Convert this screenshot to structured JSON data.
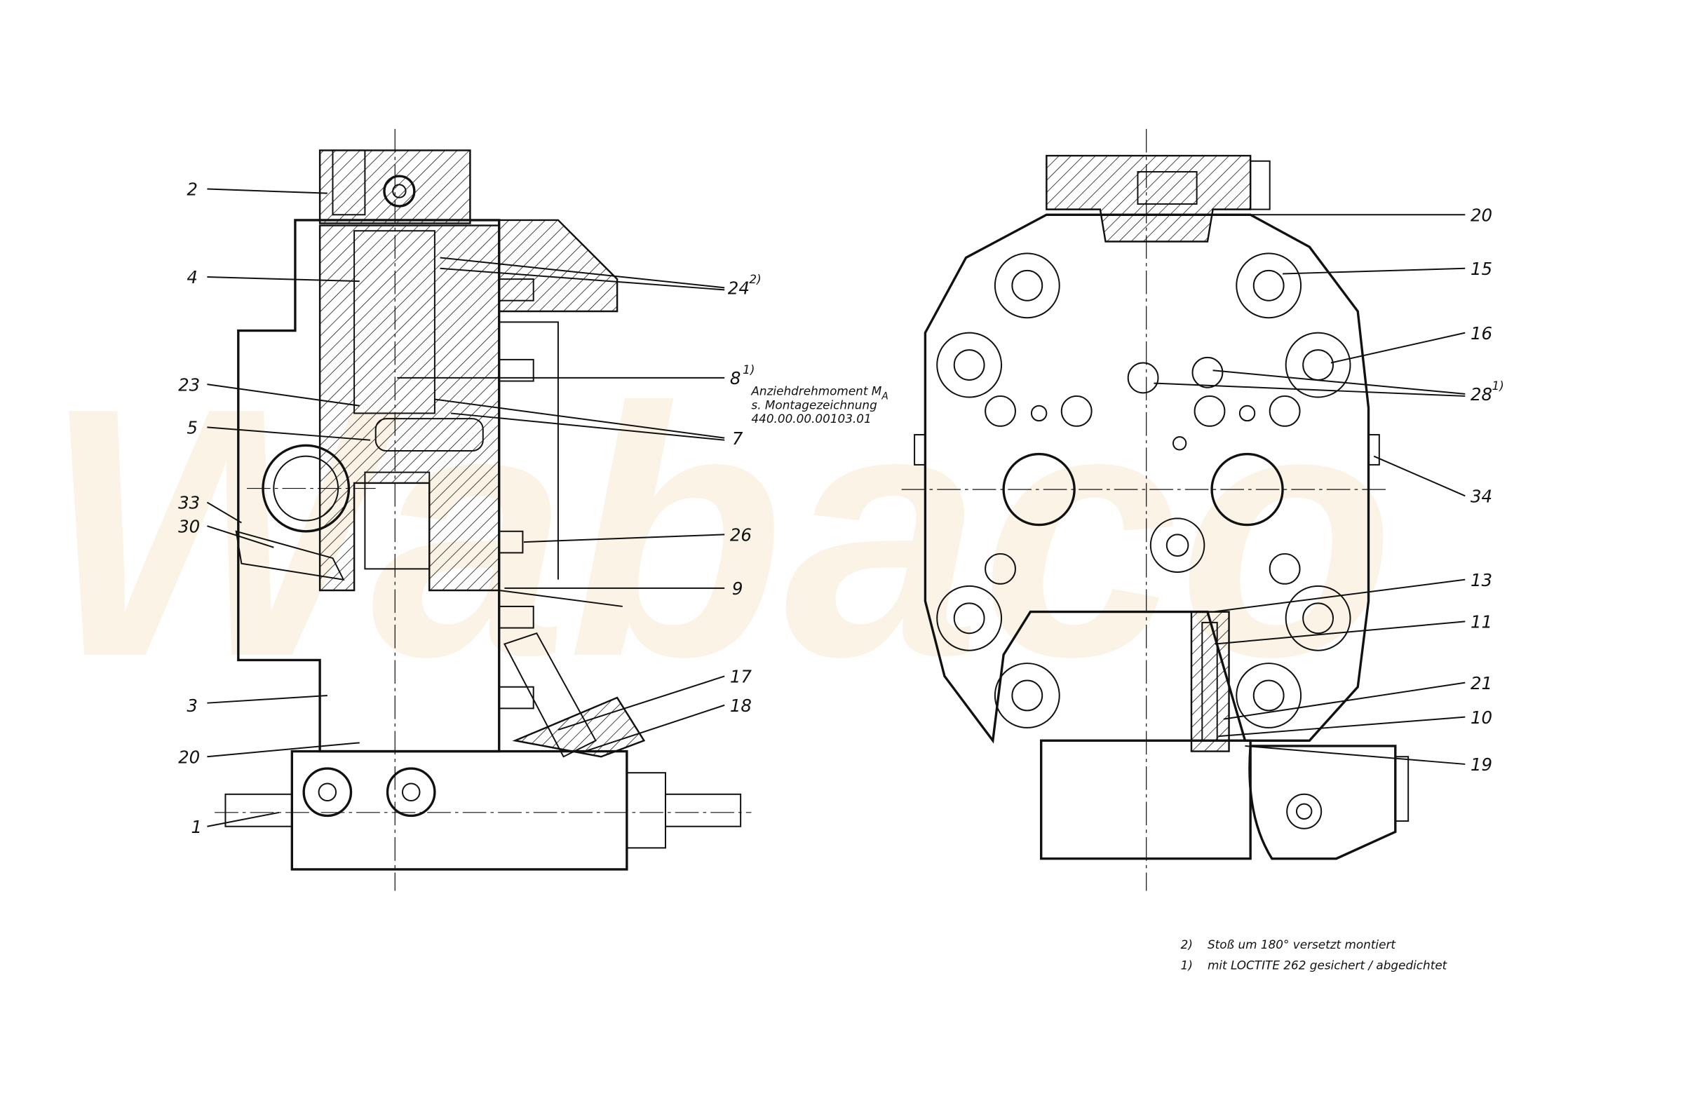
{
  "watermark": "Wabaco",
  "left_view": {
    "labels": [
      "2",
      "4",
      "23",
      "5",
      "33",
      "30",
      "3",
      "20",
      "1",
      "24",
      "8",
      "7",
      "26",
      "9",
      "17",
      "18"
    ],
    "superscripts": {
      "24": "2)",
      "8": "1)"
    },
    "torque_note": [
      "Anziehdrehmoment M",
      "A",
      "s. Montagezeichnung",
      "440.00.00.00103.01"
    ]
  },
  "right_view": {
    "labels": [
      "20",
      "15",
      "16",
      "28",
      "34",
      "13",
      "11",
      "21",
      "10",
      "19"
    ],
    "superscripts": {
      "28": "1)"
    }
  },
  "footnotes": [
    {
      "mark": "2)",
      "text": "Stoß um 180° versetzt montiert"
    },
    {
      "mark": "1)",
      "text": "mit LOCTITE 262 gesichert / abgedichtet"
    }
  ]
}
